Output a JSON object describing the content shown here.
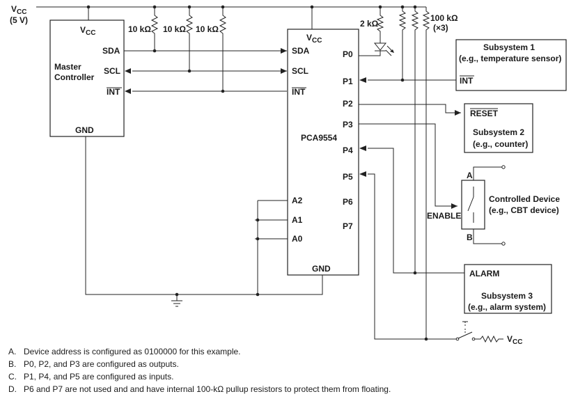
{
  "supply": {
    "vcc": "V",
    "vcc_sub": "CC",
    "voltage": "(5 V)"
  },
  "master": {
    "vcc": "V",
    "vcc_sub": "CC",
    "title_line1": "Master",
    "title_line2": "Controller",
    "sda": "SDA",
    "scl": "SCL",
    "int": "INT",
    "gnd": "GND"
  },
  "resistors": {
    "r1": "10 kΩ",
    "r2": "10 kΩ",
    "r3": "10 kΩ",
    "led_r": "2 kΩ",
    "pullup": "100 kΩ",
    "pullup_count": "(×3)"
  },
  "chip": {
    "name": "PCA9554",
    "vcc": "V",
    "vcc_sub": "CC",
    "sda": "SDA",
    "scl": "SCL",
    "int": "INT",
    "a2": "A2",
    "a1": "A1",
    "a0": "A0",
    "gnd": "GND",
    "p0": "P0",
    "p1": "P1",
    "p2": "P2",
    "p3": "P3",
    "p4": "P4",
    "p5": "P5",
    "p6": "P6",
    "p7": "P7"
  },
  "subsystem1": {
    "title": "Subsystem 1",
    "subtitle": "(e.g., temperature sensor)",
    "int": "INT"
  },
  "subsystem2": {
    "reset": "RESET",
    "title": "Subsystem 2",
    "subtitle": "(e.g., counter)"
  },
  "controlled": {
    "title": "Controlled Device",
    "subtitle": "(e.g., CBT device)",
    "enable": "ENABLE",
    "a": "A",
    "b": "B"
  },
  "subsystem3": {
    "alarm": "ALARM",
    "title": "Subsystem 3",
    "subtitle": "(e.g., alarm system)"
  },
  "switch_vcc": {
    "vcc": "V",
    "vcc_sub": "CC"
  },
  "notes": [
    {
      "letter": "A.",
      "text": "Device address is configured as 0100000 for this example."
    },
    {
      "letter": "B.",
      "text": "P0, P2, and P3 are configured as outputs."
    },
    {
      "letter": "C.",
      "text": "P1, P4, and P5 are configured as inputs."
    },
    {
      "letter": "D.",
      "text": "P6 and P7 are not used and and have internal 100-kΩ pullup resistors to protect them from floating."
    }
  ]
}
